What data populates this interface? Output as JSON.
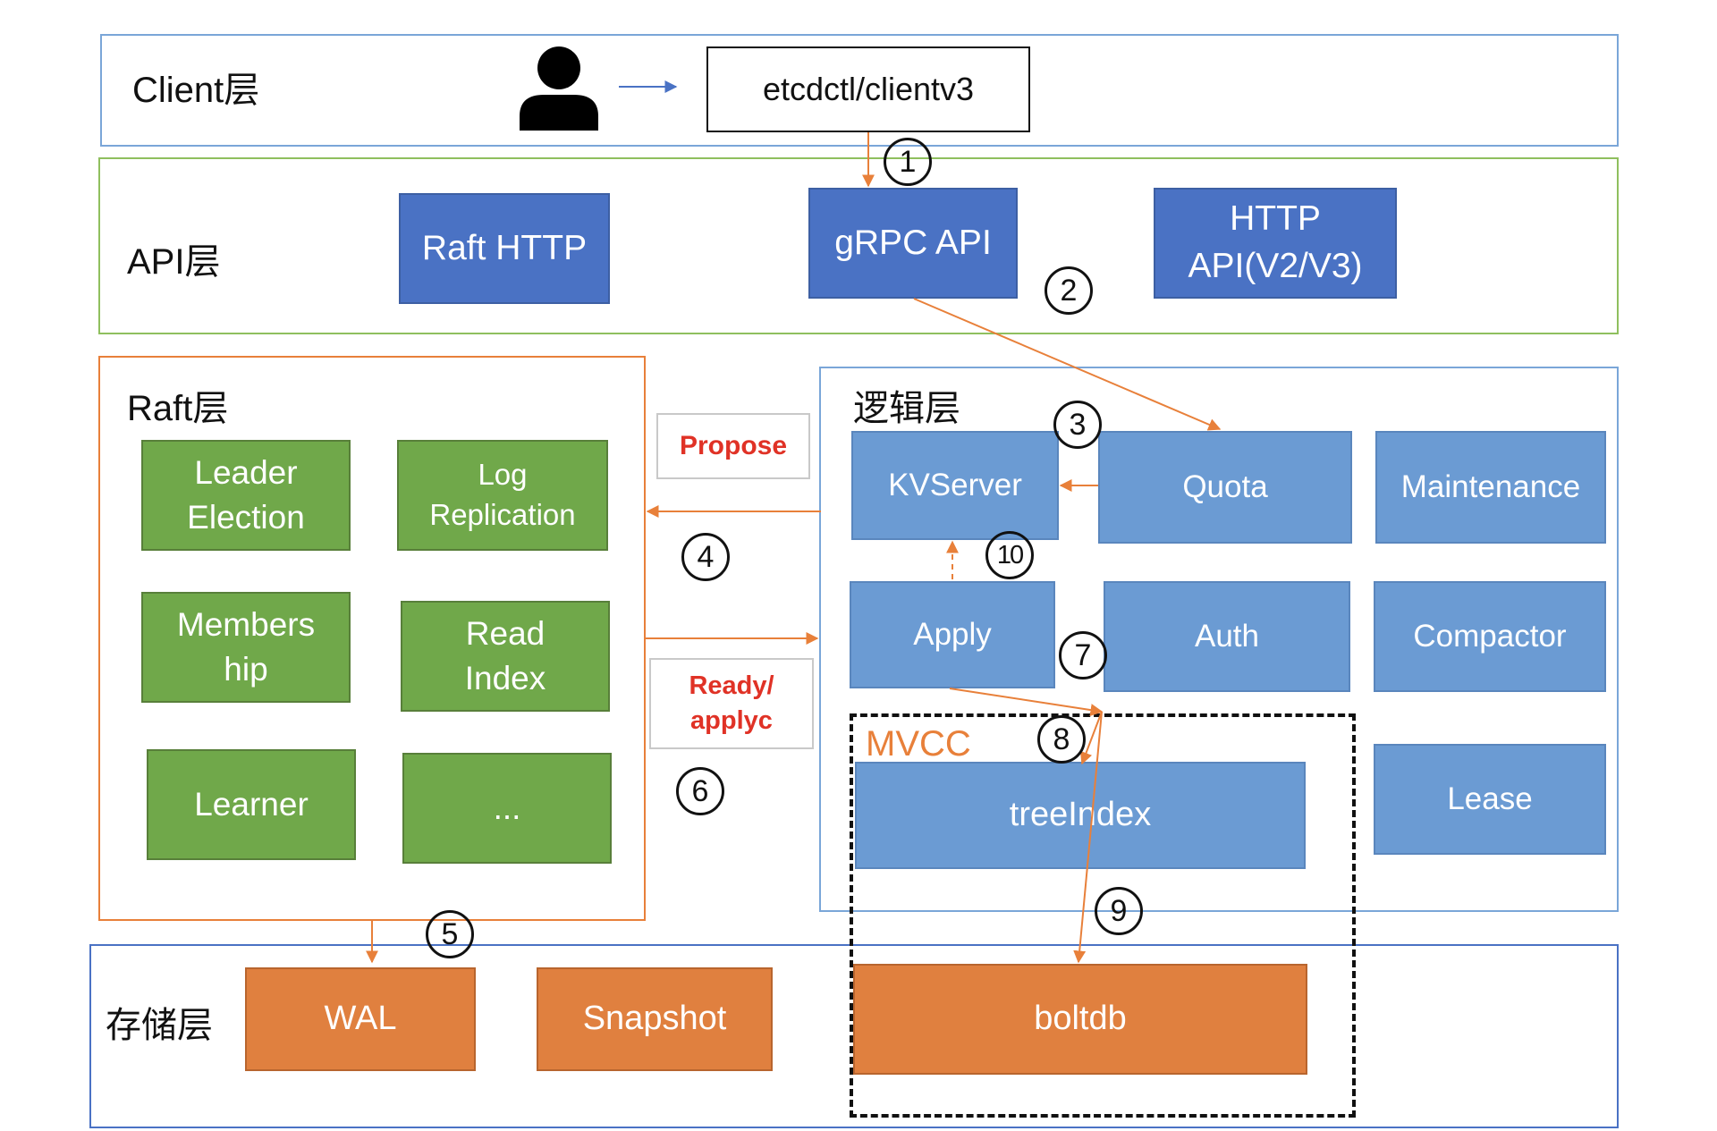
{
  "layers": {
    "client": "Client层",
    "api": "API层",
    "raft": "Raft层",
    "logic": "逻辑层",
    "storage": "存储层"
  },
  "client": {
    "user_icon": "person-icon",
    "etcdctl": "etcdctl/clientv3"
  },
  "api": {
    "raft_http": "Raft HTTP",
    "grpc_api": "gRPC API",
    "http_api": "HTTP\nAPI(V2/V3)"
  },
  "raft": {
    "leader_election": "Leader\nElection",
    "log_replication": "Log\nReplication",
    "membership": "Members\nhip",
    "read_index": "Read\nIndex",
    "learner": "Learner",
    "more": "..."
  },
  "messages": {
    "propose": "Propose",
    "ready": "Ready/\napplyc"
  },
  "logic": {
    "kvserver": "KVServer",
    "quota": "Quota",
    "maintenance": "Maintenance",
    "apply": "Apply",
    "auth": "Auth",
    "compactor": "Compactor",
    "lease": "Lease",
    "mvcc_label": "MVCC",
    "tree_index": "treeIndex"
  },
  "storage": {
    "wal": "WAL",
    "snapshot": "Snapshot",
    "boltdb": "boltdb"
  },
  "steps": [
    "1",
    "2",
    "3",
    "4",
    "5",
    "6",
    "7",
    "8",
    "9",
    "10"
  ],
  "colors": {
    "api_blue": "#4a72c4",
    "logic_blue": "#6b9bd3",
    "raft_green": "#70a84a",
    "storage_orange": "#e0803f",
    "arrow_orange": "#e8803a",
    "message_red": "#e03226",
    "client_border": "#7aa6d8",
    "api_border": "#8fbf5e",
    "raft_border": "#e8803a",
    "logic_border": "#7aa6d8",
    "storage_border": "#4a72c4"
  }
}
